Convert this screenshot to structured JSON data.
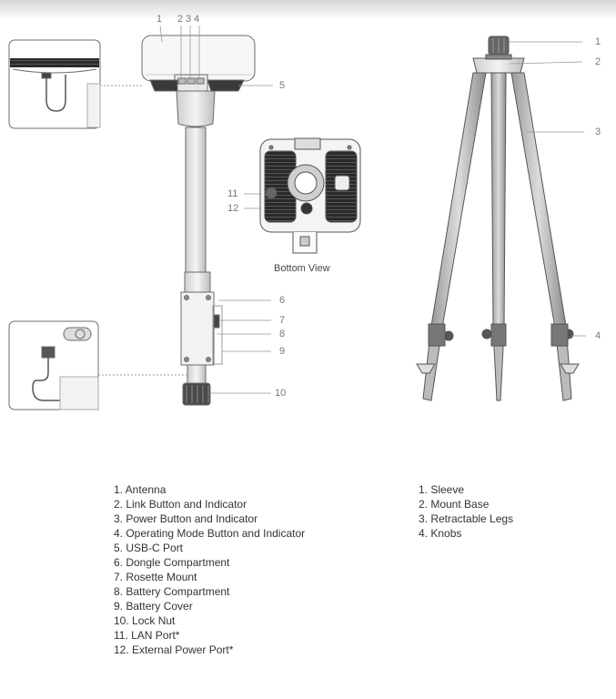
{
  "callouts_left": {
    "top": [
      "1",
      "2",
      "3",
      "4"
    ],
    "n5": "5",
    "n6": "6",
    "n7": "7",
    "n8": "8",
    "n9": "9",
    "n10": "10",
    "n11": "11",
    "n12": "12"
  },
  "callouts_right": [
    "1",
    "2",
    "3",
    "4"
  ],
  "bottom_view_caption": "Bottom View",
  "legend_left": [
    "1. Antenna",
    "2. Link Button and Indicator",
    "3. Power Button and Indicator",
    "4. Operating Mode Button and Indicator",
    "5. USB-C Port",
    "6. Dongle Compartment",
    "7. Rosette Mount",
    "8. Battery Compartment",
    "9. Battery Cover",
    "10.  Lock Nut",
    "11.  LAN Port*",
    "12.  External Power Port*"
  ],
  "legend_right": [
    "1. Sleeve",
    "2. Mount Base",
    "3. Retractable Legs",
    "4. Knobs"
  ]
}
